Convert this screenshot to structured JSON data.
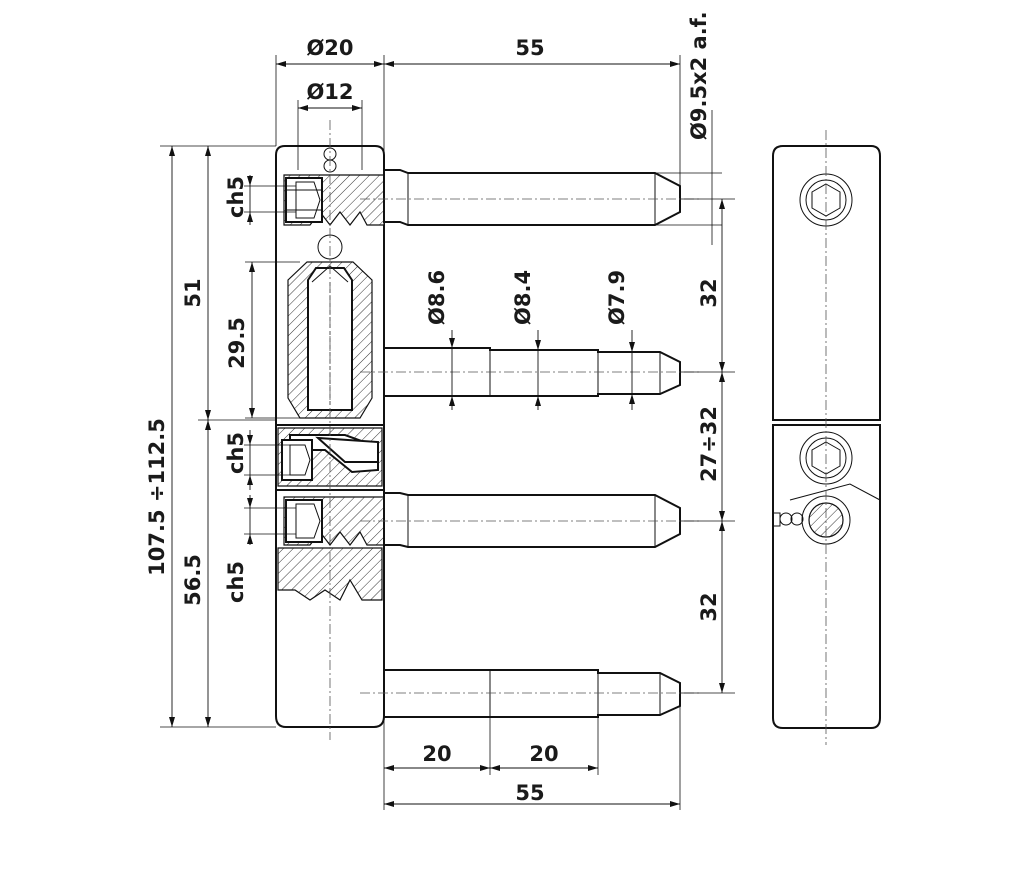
{
  "drawing": {
    "title": "",
    "dimensions": {
      "head_diameter": "Ø20",
      "bore_diameter": "Ø12",
      "pin_length_top": "55",
      "hex_key": "Ø9.5x2 a.f.",
      "ch5_top": "ch5",
      "ch5_middle": "ch5",
      "ch5_bottom": "ch5",
      "overall_length": "107.5 ÷112.5",
      "upper_part": "51",
      "lower_part": "56.5",
      "sleeve_length": "29.5",
      "dia_1": "Ø8.6",
      "dia_2": "Ø8.4",
      "dia_3": "Ø7.9",
      "spacing_top": "32",
      "spacing_adjust": "27÷32",
      "spacing_bottom": "32",
      "seg_1": "20",
      "seg_2": "20",
      "pin_length_bottom": "55"
    }
  }
}
